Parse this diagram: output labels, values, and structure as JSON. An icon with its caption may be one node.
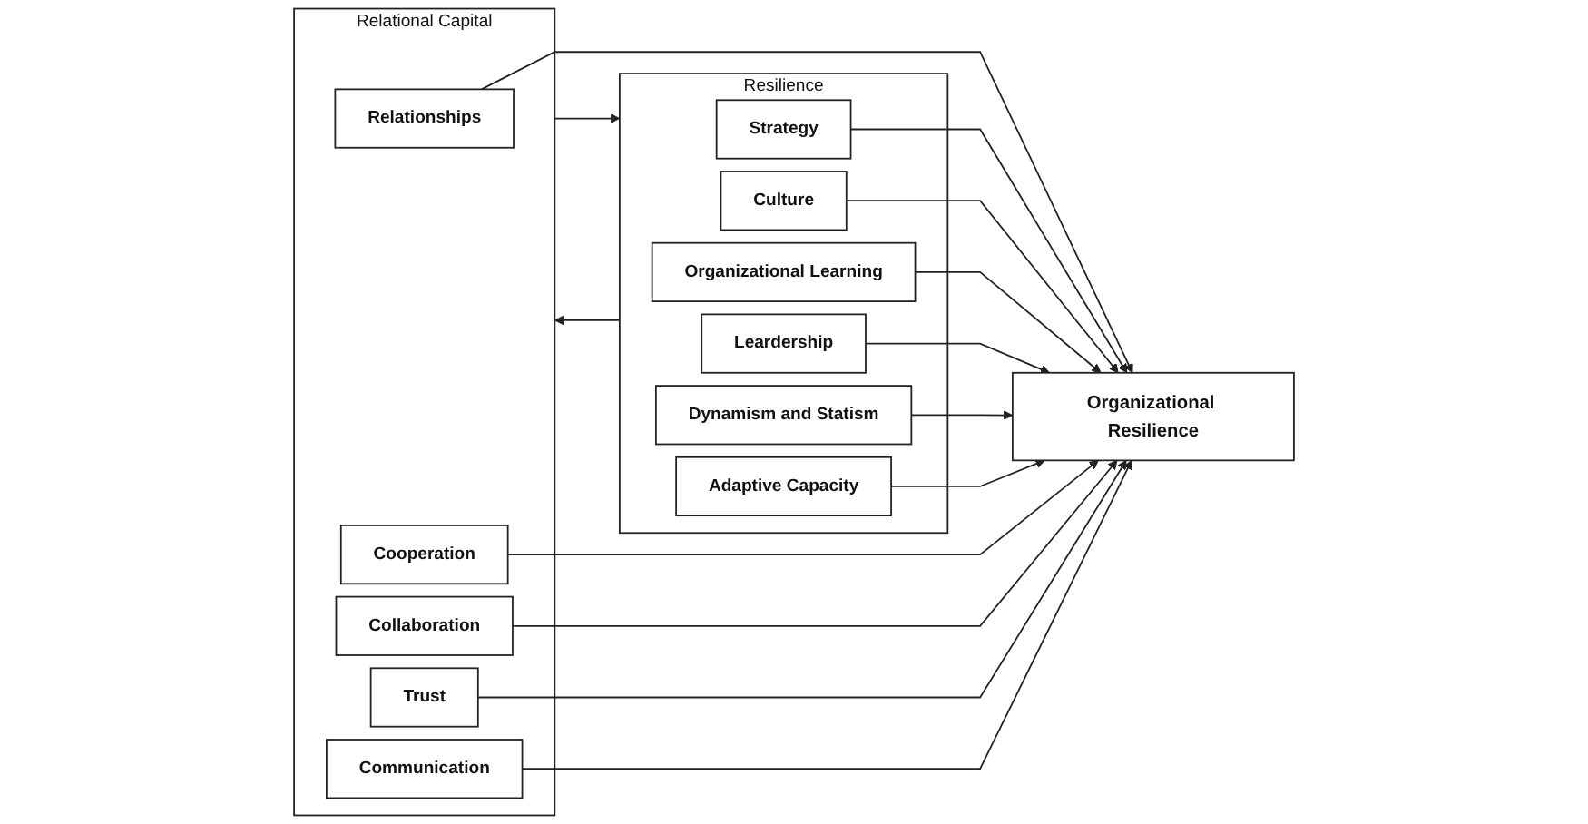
{
  "diagram": {
    "nodes": [
      {
        "text": [
          "Relational Capital"
        ]
      },
      {
        "text": [
          "Relationships"
        ],
        "in": 0
      },
      {
        "text": [
          "Cooperation"
        ],
        "in": 0
      },
      {
        "text": [
          "Collaboration"
        ],
        "in": 0
      },
      {
        "text": [
          "Trust"
        ],
        "in": 0
      },
      {
        "text": [
          "Communication"
        ],
        "in": 0
      },
      {
        "text": [
          "Organizational Resilience"
        ]
      },
      {
        "text": [
          "Resilience"
        ]
      },
      {
        "text": [
          "Strategy"
        ],
        "in": 7
      },
      {
        "text": [
          "Culture"
        ],
        "in": 7
      },
      {
        "text": [
          "Organizational Learning"
        ],
        "in": 7
      },
      {
        "text": [
          "Leardership"
        ],
        "in": 7
      },
      {
        "text": [
          "Dynamism and Statism"
        ],
        "in": 7
      },
      {
        "text": [
          "Adaptive Capacity"
        ],
        "in": 7
      }
    ],
    "edges": [
      {
        "from": 0,
        "to": 7,
        "arrow": "to"
      },
      {
        "from": 1,
        "to": 6,
        "arrow": "to"
      },
      {
        "from": 2,
        "to": 6,
        "arrow": "to"
      },
      {
        "from": 3,
        "to": 6,
        "arrow": "to"
      },
      {
        "from": 4,
        "to": 6,
        "arrow": "to"
      },
      {
        "from": 5,
        "to": 6,
        "arrow": "to"
      },
      {
        "from": 8,
        "to": 6,
        "arrow": "to"
      },
      {
        "from": 9,
        "to": 6,
        "arrow": "to"
      },
      {
        "from": 10,
        "to": 6,
        "arrow": "to"
      },
      {
        "from": 11,
        "to": 6,
        "arrow": "to"
      },
      {
        "from": 12,
        "to": 6,
        "arrow": "to"
      },
      {
        "from": 13,
        "to": 6,
        "arrow": "to"
      },
      {
        "from": 7,
        "to": 0,
        "arrow": "to"
      }
    ]
  }
}
